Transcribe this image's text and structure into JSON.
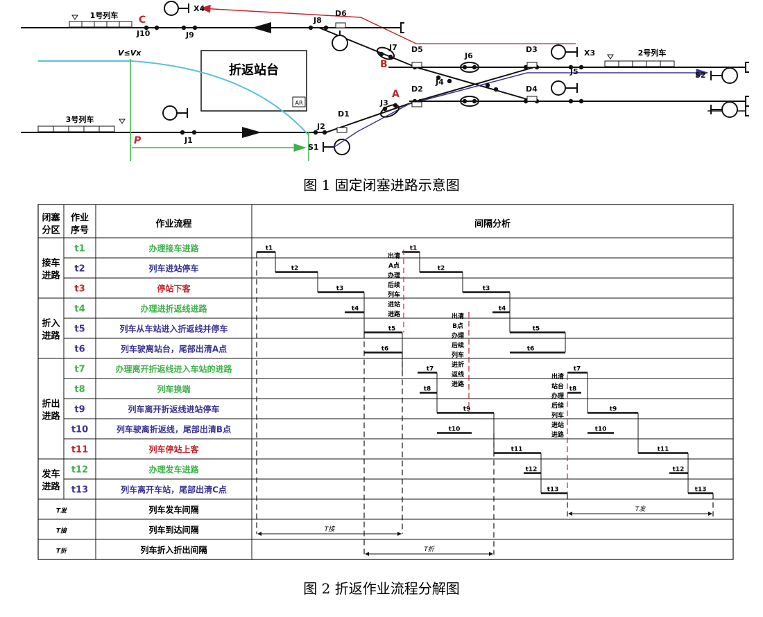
{
  "fig1": {
    "caption": "图 1  固定闭塞进路示意图",
    "platform_label": "折返站台",
    "ar_label": "AR",
    "train1": "1号列车",
    "train2": "2号列车",
    "train3": "3号列车",
    "speed_label": "V≤Vx",
    "point_a": "A",
    "point_b": "B",
    "point_c": "C",
    "point_p": "P",
    "labels": {
      "X4": "X4",
      "X3": "X3",
      "J10": "J10",
      "J9": "J9",
      "J8": "J8",
      "D6": "D6",
      "J7": "J7",
      "D5": "D5",
      "J6": "J6",
      "D3": "D3",
      "J5": "J5",
      "S2": "S2",
      "D2": "D2",
      "J4": "J4",
      "D4": "D4",
      "J3": "J3",
      "D1": "D1",
      "J2": "J2",
      "J1": "J1",
      "S1": "S1"
    },
    "colors": {
      "red": "#c0262d",
      "blue": "#3b3593",
      "cyan": "#58c1d8",
      "green": "#3fb24b",
      "dark": "#111111"
    }
  },
  "fig2": {
    "caption": "图 2  折返作业流程分解图",
    "headers": {
      "col1": [
        "闭塞",
        "分区"
      ],
      "col2": [
        "作业",
        "序号"
      ],
      "col3": "作业流程",
      "col4": "间隔分析"
    },
    "groups": [
      {
        "name": [
          "接车",
          "进路"
        ]
      },
      {
        "name": [
          "折入",
          "进路"
        ]
      },
      {
        "name": [
          "折出",
          "进路"
        ]
      },
      {
        "name": [
          "发车",
          "进路"
        ]
      }
    ],
    "rows": [
      {
        "id": "t1",
        "text": "办理接车进路",
        "color": "#3fb24b"
      },
      {
        "id": "t2",
        "text": "列车进站停车",
        "color": "#3b3593"
      },
      {
        "id": "t3",
        "text": "停站下客",
        "color": "#c0262d"
      },
      {
        "id": "t4",
        "text": "办理进折返线进路",
        "color": "#3fb24b"
      },
      {
        "id": "t5",
        "text": "列车从车站进入折返线并停车",
        "color": "#3b3593"
      },
      {
        "id": "t6",
        "text": "列车驶离站台，尾部出清A点",
        "color": "#3b3593"
      },
      {
        "id": "t7",
        "text": "办理离开折返线进入车站的进路",
        "color": "#3fb24b"
      },
      {
        "id": "t8",
        "text": "列车换端",
        "color": "#3fb24b"
      },
      {
        "id": "t9",
        "text": "列车离开折返线进站停车",
        "color": "#3b3593"
      },
      {
        "id": "t10",
        "text": "列车驶离折返线，尾部出清B点",
        "color": "#3b3593"
      },
      {
        "id": "t11",
        "text": "列车停站上客",
        "color": "#c0262d"
      },
      {
        "id": "t12",
        "text": "办理发车进路",
        "color": "#3fb24b"
      },
      {
        "id": "t13",
        "text": "列车离开车站，尾部出清C点",
        "color": "#3b3593"
      }
    ],
    "summary_rows": [
      {
        "sym": "T发",
        "text": "列车发车间隔"
      },
      {
        "sym": "T接",
        "text": "列车到达间隔"
      },
      {
        "sym": "T折",
        "text": "列车折入折出间隔"
      }
    ],
    "notes": {
      "a": [
        "出清",
        "A点",
        "办理",
        "后续",
        "列车",
        "进站",
        "进路"
      ],
      "b": [
        "出清",
        "B点",
        "办理",
        "后续",
        "列车",
        "进折",
        "返线",
        "进路"
      ],
      "c": [
        "出清",
        "站台",
        "办理",
        "后续",
        "列车",
        "进站",
        "进路"
      ]
    },
    "interval_labels": {
      "t_fa": "T发",
      "t_jie": "T接",
      "t_zhe": "T折"
    }
  }
}
